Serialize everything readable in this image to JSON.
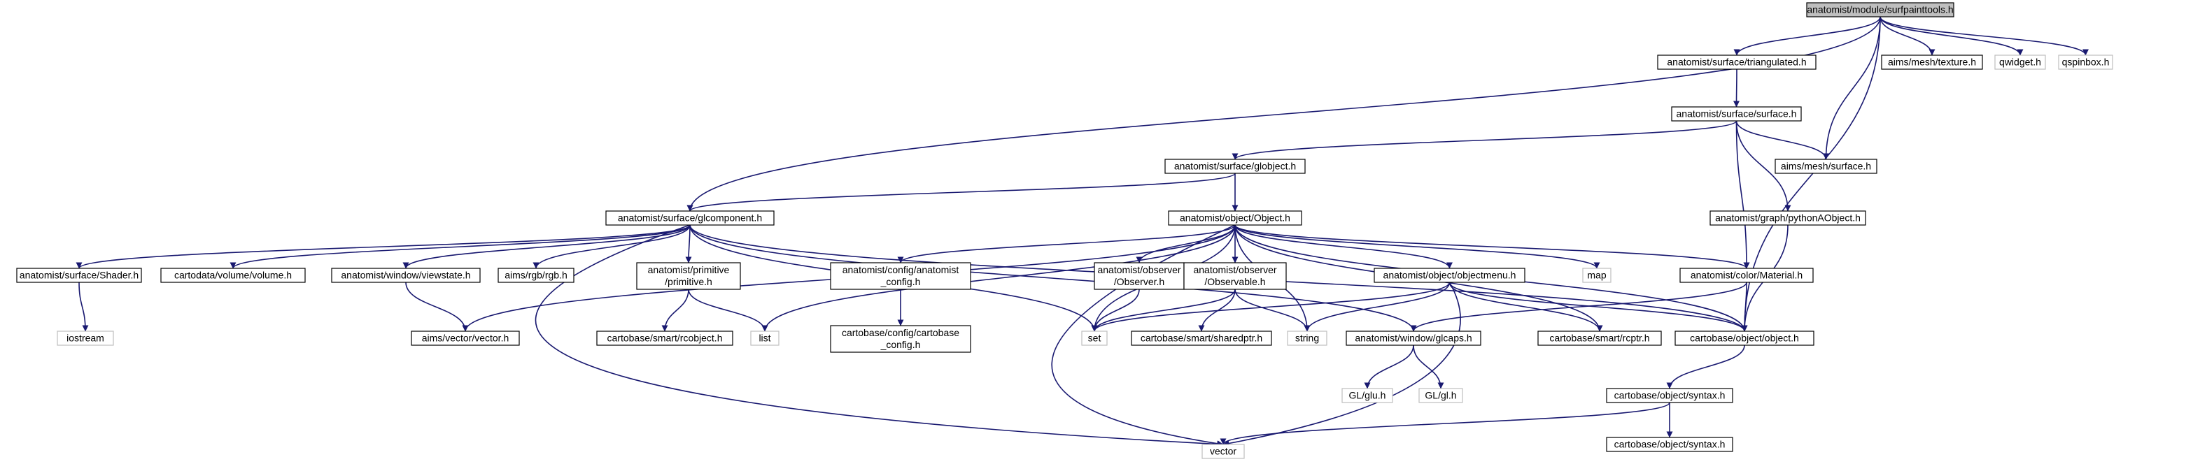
{
  "diagram": {
    "type": "include-dependency-graph",
    "root": "anatomist/module/surfpainttools.h",
    "colors": {
      "edge": "#191970",
      "node_border": "#000000",
      "external_border": "#bfbfbf",
      "root_fill": "#bfbfbf",
      "background": "#ffffff"
    },
    "nodes": [
      {
        "id": "root",
        "lines": [
          "anatomist/module/surfpainttools.h"
        ]
      },
      {
        "id": "triangulated",
        "lines": [
          "anatomist/surface/triangulated.h"
        ]
      },
      {
        "id": "texture",
        "lines": [
          "aims/mesh/texture.h"
        ]
      },
      {
        "id": "qwidget",
        "lines": [
          "qwidget.h"
        ]
      },
      {
        "id": "qspinbox",
        "lines": [
          "qspinbox.h"
        ]
      },
      {
        "id": "surface",
        "lines": [
          "anatomist/surface/surface.h"
        ]
      },
      {
        "id": "globject",
        "lines": [
          "anatomist/surface/globject.h"
        ]
      },
      {
        "id": "meshsurface",
        "lines": [
          "aims/mesh/surface.h"
        ]
      },
      {
        "id": "glcomponent",
        "lines": [
          "anatomist/surface/glcomponent.h"
        ]
      },
      {
        "id": "object",
        "lines": [
          "anatomist/object/Object.h"
        ]
      },
      {
        "id": "pythonaobject",
        "lines": [
          "anatomist/graph/pythonAObject.h"
        ]
      },
      {
        "id": "shader",
        "lines": [
          "anatomist/surface/Shader.h"
        ]
      },
      {
        "id": "volume",
        "lines": [
          "cartodata/volume/volume.h"
        ]
      },
      {
        "id": "viewstate",
        "lines": [
          "anatomist/window/viewstate.h"
        ]
      },
      {
        "id": "rgb",
        "lines": [
          "aims/rgb/rgb.h"
        ]
      },
      {
        "id": "primitive",
        "lines": [
          "anatomist/primitive",
          "/primitive.h"
        ]
      },
      {
        "id": "config",
        "lines": [
          "anatomist/config/anatomist",
          "_config.h"
        ]
      },
      {
        "id": "observer",
        "lines": [
          "anatomist/observer",
          "/Observer.h"
        ]
      },
      {
        "id": "observable",
        "lines": [
          "anatomist/observer",
          "/Observable.h"
        ]
      },
      {
        "id": "objectmenu",
        "lines": [
          "anatomist/object/objectmenu.h"
        ]
      },
      {
        "id": "map",
        "lines": [
          "map"
        ]
      },
      {
        "id": "material",
        "lines": [
          "anatomist/color/Material.h"
        ]
      },
      {
        "id": "iostream",
        "lines": [
          "iostream"
        ]
      },
      {
        "id": "vectorh",
        "lines": [
          "aims/vector/vector.h"
        ]
      },
      {
        "id": "rcobject",
        "lines": [
          "cartobase/smart/rcobject.h"
        ]
      },
      {
        "id": "list",
        "lines": [
          "list"
        ]
      },
      {
        "id": "cartoconfig",
        "lines": [
          "cartobase/config/cartobase",
          "_config.h"
        ]
      },
      {
        "id": "set",
        "lines": [
          "set"
        ]
      },
      {
        "id": "sharedptr",
        "lines": [
          "cartobase/smart/sharedptr.h"
        ]
      },
      {
        "id": "string",
        "lines": [
          "string"
        ]
      },
      {
        "id": "glcaps",
        "lines": [
          "anatomist/window/glcaps.h"
        ]
      },
      {
        "id": "rcptr",
        "lines": [
          "cartobase/smart/rcptr.h"
        ]
      },
      {
        "id": "cobject",
        "lines": [
          "cartobase/object/object.h"
        ]
      },
      {
        "id": "glu",
        "lines": [
          "GL/glu.h"
        ]
      },
      {
        "id": "gl",
        "lines": [
          "GL/gl.h"
        ]
      },
      {
        "id": "syntax",
        "lines": [
          "cartobase/object/syntax.h"
        ]
      },
      {
        "id": "vector",
        "lines": [
          "vector"
        ]
      },
      {
        "id": "syntaxh",
        "lines": [
          "cartobase/object/syntax.h"
        ]
      }
    ]
  }
}
